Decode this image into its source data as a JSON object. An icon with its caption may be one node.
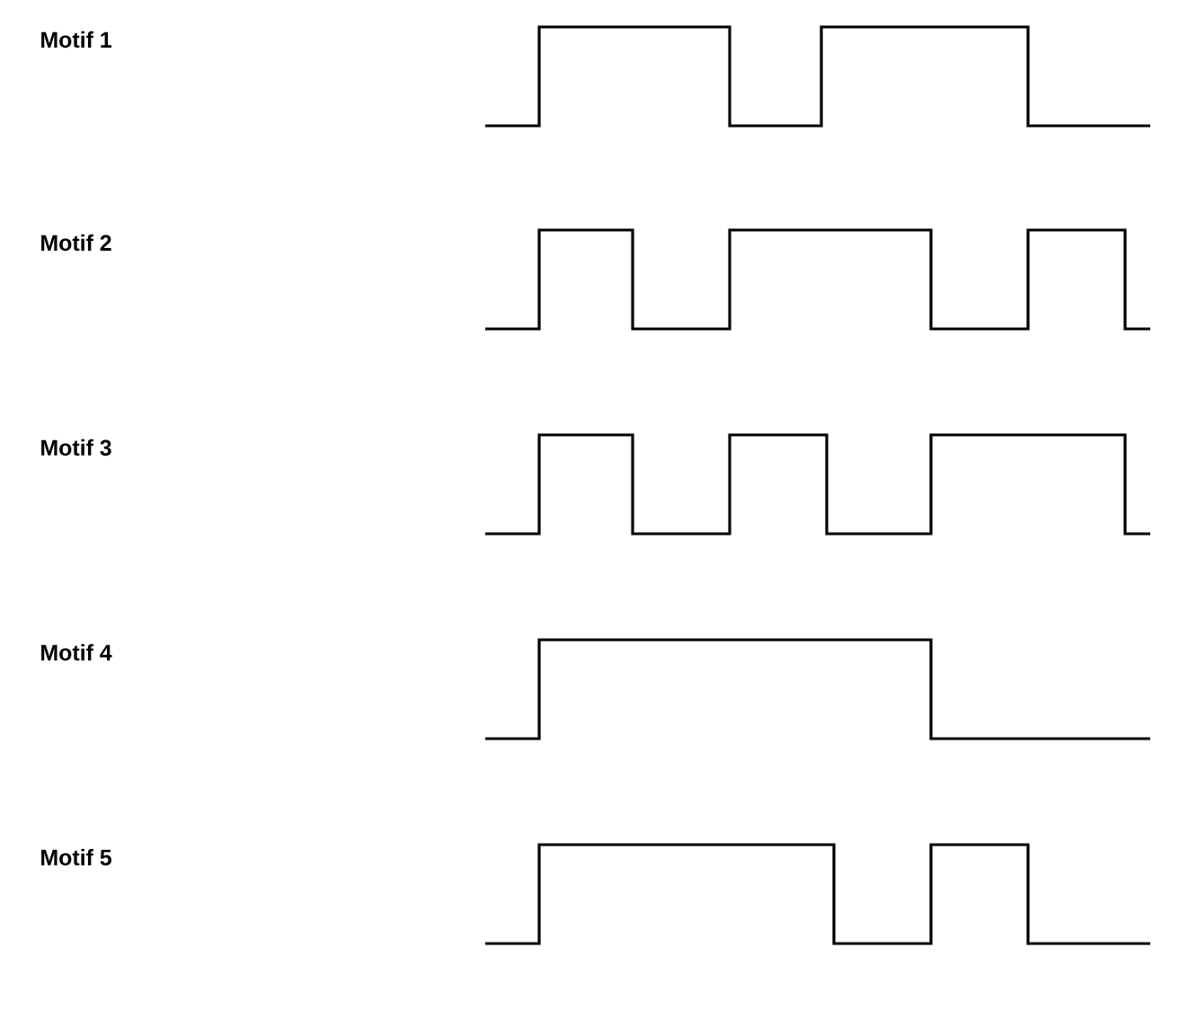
{
  "diagram": {
    "labels": [
      "Motif 1",
      "Motif 2",
      "Motif 3",
      "Motif 4",
      "Motif 5"
    ]
  }
}
